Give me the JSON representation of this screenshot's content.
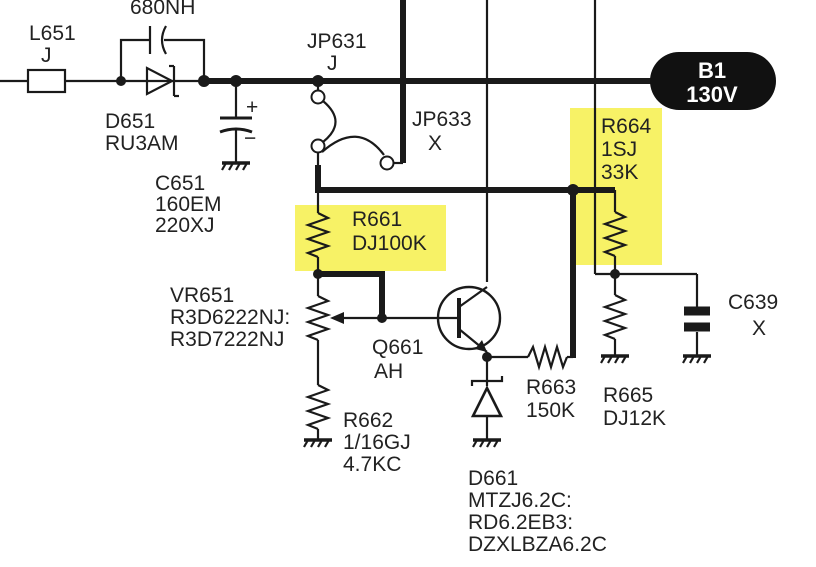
{
  "highlight_color": "#f7f266",
  "badge": {
    "line1": "B1",
    "line2": "130V"
  },
  "components": {
    "L651": {
      "ref": "L651",
      "value": "J"
    },
    "C_top": {
      "value": "680NH"
    },
    "D651": {
      "ref": "D651",
      "value": "RU3AM"
    },
    "C651": {
      "ref": "C651",
      "value1": "160EM",
      "value2": "220XJ",
      "plus": "+",
      "minus": "−"
    },
    "JP631": {
      "ref": "JP631",
      "value": "J"
    },
    "JP633": {
      "ref": "JP633",
      "value": "X"
    },
    "R664": {
      "ref": "R664",
      "value1": "1SJ",
      "value2": "33K"
    },
    "R661": {
      "ref": "R661",
      "value": "DJ100K"
    },
    "VR651": {
      "ref": "VR651",
      "value1": "R3D6222NJ:",
      "value2": "R3D7222NJ"
    },
    "Q661": {
      "ref": "Q661",
      "value": "AH"
    },
    "R663": {
      "ref": "R663",
      "value": "150K"
    },
    "R665": {
      "ref": "R665",
      "value": "DJ12K"
    },
    "C639": {
      "ref": "C639",
      "value": "X"
    },
    "R662": {
      "ref": "R662",
      "value1": "1/16GJ",
      "value2": "4.7KC"
    },
    "D661": {
      "ref": "D661",
      "value1": "MTZJ6.2C:",
      "value2": "RD6.2EB3:",
      "value3": "DZXLBZA6.2C"
    }
  }
}
